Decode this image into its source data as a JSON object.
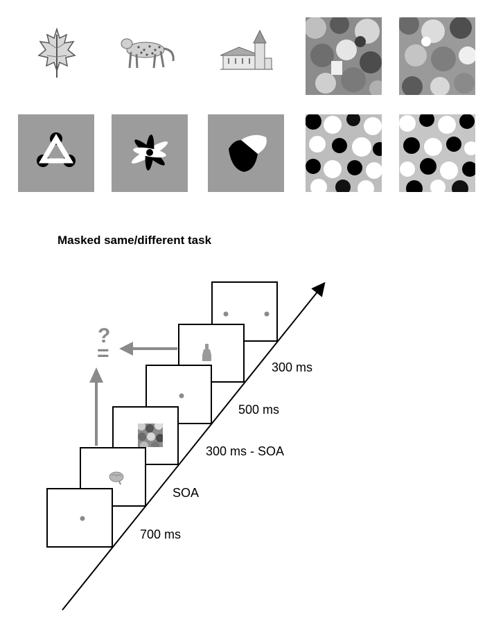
{
  "task_title": "Masked same/different task",
  "response_symbols": {
    "question": "?",
    "equals": "="
  },
  "durations": [
    "700 ms",
    "SOA",
    "300 ms - SOA",
    "500 ms",
    "300 ms"
  ],
  "stimuli_rows": [
    {
      "row": "objects",
      "items": [
        "maple-leaf",
        "leopard",
        "church",
        "object-mask-1",
        "object-mask-2"
      ]
    },
    {
      "row": "novel-shapes",
      "items": [
        "blob-triangle",
        "blob-star",
        "blob-bird",
        "shape-mask-1",
        "shape-mask-2"
      ]
    }
  ],
  "trial_frames": [
    "fixation",
    "first-stimulus-brain",
    "mask",
    "fixation",
    "second-stimulus-bottle",
    "response-dots"
  ],
  "colors": {
    "gray_panel": "#9c9c9c",
    "arrow": "#8a8a8a",
    "dot": "#8a8a8a"
  }
}
